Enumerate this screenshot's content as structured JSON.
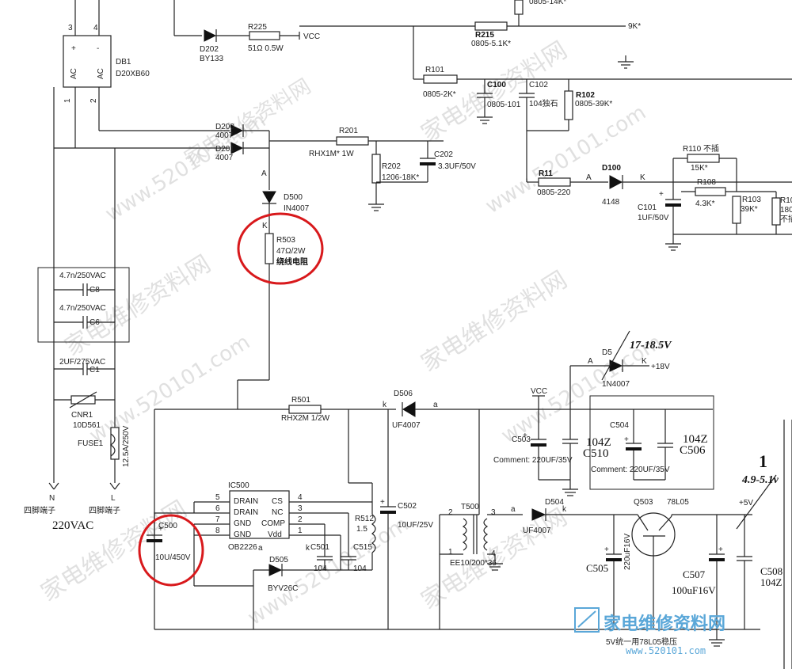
{
  "labels": {
    "r225": "R225",
    "r225_val": "51Ω 0.5W",
    "vcc_top": "VCC",
    "d202": "D202",
    "d202_val": "BY133",
    "r215": "R215",
    "r215_val": "0805-5.1K*",
    "r215_top": "0805-14K*",
    "net_9k": "9K*",
    "db1": "DB1",
    "db1_val": "D20XB60",
    "r101": "R101",
    "r101_val": "0805-2K*",
    "c100": "C100",
    "c100_val": "0805-101",
    "c102": "C102",
    "c102_val": "104独石",
    "r102": "R102",
    "r102_val": "0805-39K*",
    "d200": "D200",
    "d200_val": "4007",
    "d201": "D201",
    "d201_val": "4007",
    "r201": "R201",
    "r201_val": "RHX1M* 1W",
    "c202": "C202",
    "c202_val": "3.3UF/50V",
    "r202": "R202",
    "r202_val": "1206-18K*",
    "r110": "R110 不插",
    "r110_val": "15K*",
    "r11": "R11",
    "r11_val": "0805-220",
    "d100": "D100",
    "d100_val": "4148",
    "c101": "C101",
    "c101_val": "1UF/50V",
    "r108": "R108",
    "r108_val": "4.3K*",
    "r103": "R103",
    "r103_val": "39K*",
    "r10x": "R10",
    "r10x_val": "180",
    "r10x_val2": "不插",
    "d500": "D500",
    "d500_val": "IN4007",
    "r503": "R503",
    "r503_val": "47Ω/2W",
    "r503_note": "绕线电阻",
    "c8_val": "4.7n/250VAC",
    "c8": "C8",
    "c6_val": "4.7n/250VAC",
    "c6": "C6",
    "c1_val": "2UF/275VAC",
    "c1": "C1",
    "cnr1": "CNR1",
    "cnr1_val": "10D561",
    "fuse1": "FUSE1",
    "fuse1_val": "12.5A/250V",
    "n_term": "N",
    "l_term": "L",
    "term_note_n": "四脚端子",
    "term_note_l": "四脚端子",
    "vac": "220VAC",
    "d5": "D5",
    "d5_val": "1N4007",
    "v17": "17-18.5V",
    "p18v": "+18V",
    "r501": "R501",
    "r501_val": "RHX2M  1/2W",
    "d506": "D506",
    "d506_val": "UF4007",
    "vcc_mid": "VCC",
    "c503": "C503",
    "c503_comment": "Comment: 220UF/35V",
    "c510_val": "104Z",
    "c510": "C510",
    "c504": "C504",
    "c504_comment": "Comment: 220UF/35V",
    "c506_val": "104Z",
    "c506": "C506",
    "ic500": "IC500",
    "ob2226": "OB2226",
    "drain1": "DRAIN",
    "drain2": "DRAIN",
    "gnd1": "GND",
    "gnd2": "GND",
    "cs": "CS",
    "nc": "NC",
    "comp": "COMP",
    "vdd": "Vdd",
    "p5": "5",
    "p6": "6",
    "p7": "7",
    "p8": "8",
    "p4": "4",
    "p3": "3",
    "p2": "2",
    "p1": "1",
    "r512": "R512",
    "r512_val": "1.5",
    "c501": "C501",
    "c501_val": "104",
    "c515": "C515",
    "c515_val": "104",
    "c502": "C502",
    "c502_val": "10UF/25V",
    "t500": "T500",
    "t500_val": "EE10/200*36",
    "t2": "2",
    "t3": "3",
    "t1": "1",
    "t4": "4",
    "d504": "D504",
    "d504_val": "UF4007",
    "d505": "D505",
    "d505_val": "BYV26C",
    "c500": "C500",
    "c500_val": "10U/450V",
    "q503": "Q503",
    "q503_val": "78L05",
    "c505": "C505",
    "c505_val": "220uF16V",
    "c507": "C507",
    "c507_val": "100uF16V",
    "c508": "C508",
    "c508_val": "104Z",
    "p5v": "+5V",
    "v49": "4.9-5.1v",
    "big1": "1",
    "note_bottom": "5V统一用78L05稳压",
    "pin_a": "A",
    "pin_k": "K",
    "pin_a2": "a",
    "pin_k2": "k"
  },
  "watermark": {
    "cn": "家电维修资料网",
    "url": "www.520101.com",
    "logo_cn": "家电维修资料网",
    "logo_url": "www.520101.com"
  },
  "colors": {
    "wire": "#222222",
    "highlight_circle": "#d8191c",
    "watermark": "#c8c8c8",
    "logo": "#5aa7d8"
  }
}
